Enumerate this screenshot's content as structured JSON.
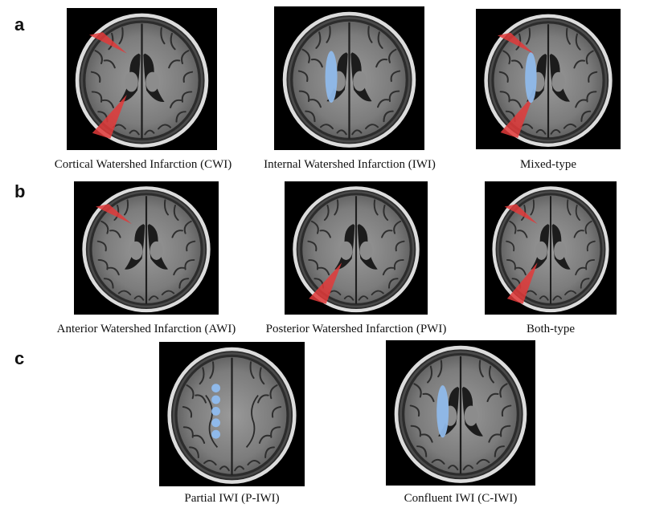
{
  "panels": [
    {
      "letter": "a",
      "images": [
        {
          "caption": "Cortical Watershed Infarction (CWI)",
          "lesions": [
            "anterior-cortical",
            "posterior-cortical"
          ]
        },
        {
          "caption": "Internal Watershed Infarction (IWI)",
          "lesions": [
            "internal-confluent"
          ]
        },
        {
          "caption": "Mixed-type",
          "lesions": [
            "anterior-cortical",
            "posterior-cortical",
            "internal-confluent"
          ]
        }
      ]
    },
    {
      "letter": "b",
      "images": [
        {
          "caption": "Anterior Watershed Infarction (AWI)",
          "lesions": [
            "anterior-cortical"
          ]
        },
        {
          "caption": "Posterior Watershed Infarction (PWI)",
          "lesions": [
            "posterior-cortical"
          ]
        },
        {
          "caption": "Both-type",
          "lesions": [
            "anterior-cortical",
            "posterior-cortical"
          ]
        }
      ]
    },
    {
      "letter": "c",
      "images": [
        {
          "caption": "Partial IWI (P-IWI)",
          "lesions": [
            "internal-partial"
          ]
        },
        {
          "caption": "Confluent IWI (C-IWI)",
          "lesions": [
            "internal-confluent"
          ]
        }
      ]
    }
  ],
  "colors": {
    "cortical_lesion": "#e23a3a",
    "internal_lesion": "#8fb9ea",
    "scan_background": "#000000"
  }
}
